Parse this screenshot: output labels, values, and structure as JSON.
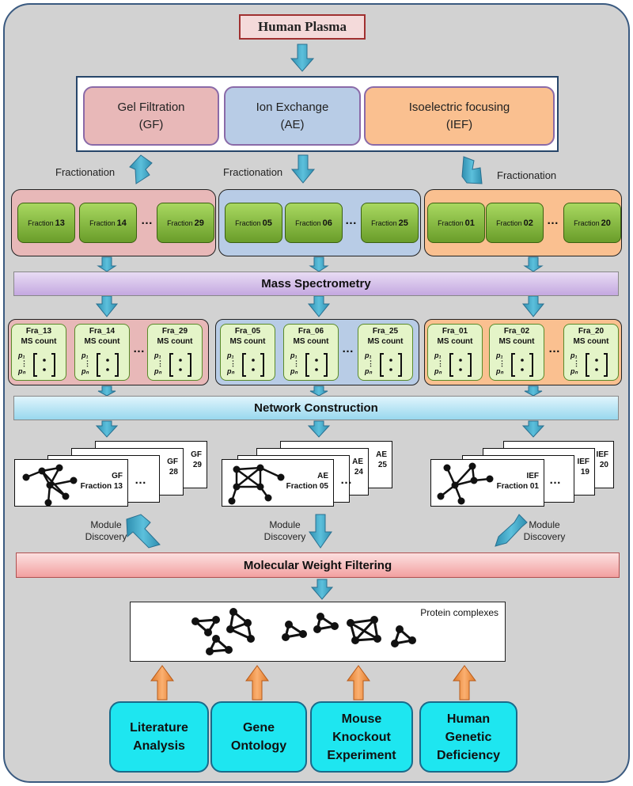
{
  "title": "Human Plasma",
  "methods": [
    {
      "name": "Gel Filtration",
      "abbr": "(GF)",
      "color": "#e8b8b8"
    },
    {
      "name": "Ion Exchange",
      "abbr": "(AE)",
      "color": "#b8cce6"
    },
    {
      "name": "Isoelectric focusing",
      "abbr": "(IEF)",
      "color": "#fac090"
    }
  ],
  "fractionation_label": "Fractionation",
  "fraction_word": "Fraction",
  "groups": [
    {
      "fractions": [
        "13",
        "14",
        "29"
      ],
      "color": "#e8b8b8"
    },
    {
      "fractions": [
        "05",
        "06",
        "25"
      ],
      "color": "#b8cce6"
    },
    {
      "fractions": [
        "01",
        "02",
        "20"
      ],
      "color": "#fac090"
    }
  ],
  "ellipsis": "…",
  "mass_spec": "Mass  Spectrometry",
  "ms_count_label": "MS count",
  "ms_groups": [
    {
      "labels": [
        "Fra_13",
        "Fra_14",
        "Fra_29"
      ]
    },
    {
      "labels": [
        "Fra_05",
        "Fra_06",
        "Fra_25"
      ]
    },
    {
      "labels": [
        "Fra_01",
        "Fra_02",
        "Fra_20"
      ]
    }
  ],
  "matrix_symbols": {
    "p1": "p₁",
    "dots": "⋮",
    "pn": "pₙ"
  },
  "network_construction": "Network Construction",
  "network_groups": [
    {
      "front": [
        "GF",
        "Fraction 13"
      ],
      "mid": [
        "GF",
        "28"
      ],
      "back": [
        "GF",
        "29"
      ]
    },
    {
      "front": [
        "AE",
        "Fraction 05"
      ],
      "mid": [
        "AE",
        "24"
      ],
      "back": [
        "AE",
        "25"
      ]
    },
    {
      "front": [
        "IEF",
        "Fraction 01"
      ],
      "mid": [
        "IEF",
        "19"
      ],
      "back": [
        "IEF",
        "20"
      ]
    }
  ],
  "module_discovery": [
    "Module",
    "Discovery"
  ],
  "mw_filtering": "Molecular Weight Filtering",
  "protein_complexes": "Protein complexes",
  "sources": [
    {
      "lines": [
        "Literature",
        "Analysis"
      ]
    },
    {
      "lines": [
        "Gene",
        "Ontology"
      ]
    },
    {
      "lines": [
        "Mouse",
        "Knockout",
        "Experiment"
      ]
    },
    {
      "lines": [
        "Human",
        "Genetic",
        "Deficiency"
      ]
    }
  ],
  "colors": {
    "arrow_blue": "#4bacc6",
    "arrow_orange": "#f79646",
    "frame": "#3a5a80"
  }
}
